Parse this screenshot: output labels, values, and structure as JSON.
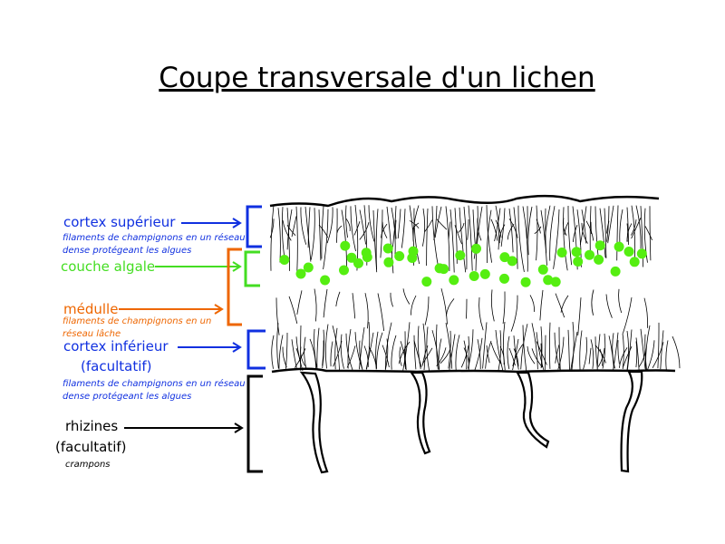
{
  "title": "Coupe transversale d'un lichen",
  "colors": {
    "cortex": "#1030e0",
    "algal": "#44dd22",
    "medulla": "#ee6600",
    "rhizine": "#000000",
    "algae_cells": "#55ee11"
  },
  "labels": {
    "cortex_sup": {
      "name": "cortex supérieur",
      "desc_line1": "filaments de champignons en un réseau",
      "desc_line2": "dense protégeant les algues"
    },
    "algal": {
      "name": "couche algale"
    },
    "medulla": {
      "name": "médulle",
      "desc_line1": "filaments de champignons en un",
      "desc_line2": "réseau lâche"
    },
    "cortex_inf": {
      "name": "cortex inférieur",
      "note": "(facultatif)",
      "desc_line1": "filaments de champignons en un réseau",
      "desc_line2": "dense protégeant les algues"
    },
    "rhizines": {
      "name": "rhizines",
      "note": "(facultatif)",
      "desc": "crampons"
    }
  }
}
